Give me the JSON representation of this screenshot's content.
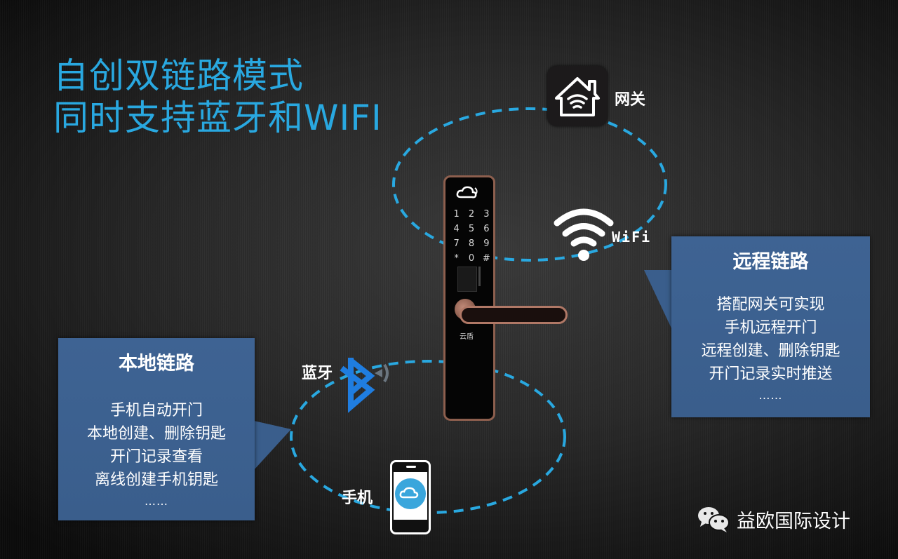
{
  "title": {
    "line1": "自创双链路模式",
    "line2": "同时支持蓝牙和WIFI",
    "color": "#29a8e0"
  },
  "nodes": {
    "gateway": {
      "label": "网关",
      "icon": "house-wifi-icon"
    },
    "wifi": {
      "label": "WiFi",
      "icon": "wifi-icon"
    },
    "bluetooth": {
      "label": "蓝牙",
      "icon": "bluetooth-icon"
    },
    "phone": {
      "label": "手机",
      "icon": "smartphone-icon"
    }
  },
  "lock": {
    "logo_icon": "cloud-logo-icon",
    "keypad": [
      "1",
      "2",
      "3",
      "4",
      "5",
      "6",
      "7",
      "8",
      "9",
      "*",
      "0",
      "#"
    ],
    "brand_text": "云盾",
    "body_color": "#050505",
    "trim_color": "#8d5f4e"
  },
  "remote_callout": {
    "title": "远程链路",
    "lines": [
      "搭配网关可实现",
      "手机远程开门",
      "远程创建、删除钥匙",
      "开门记录实时推送"
    ],
    "ellipsis": "……"
  },
  "local_callout": {
    "title": "本地链路",
    "lines": [
      "手机自动开门",
      "本地创建、删除钥匙",
      "开门记录查看",
      "离线创建手机钥匙"
    ],
    "ellipsis": "……"
  },
  "footer": {
    "icon": "wechat-icon",
    "text": "益欧国际设计"
  },
  "colors": {
    "dash": "#29a8e0",
    "callout_bg": "#3d6190",
    "bluetooth": "#1f7de0"
  }
}
